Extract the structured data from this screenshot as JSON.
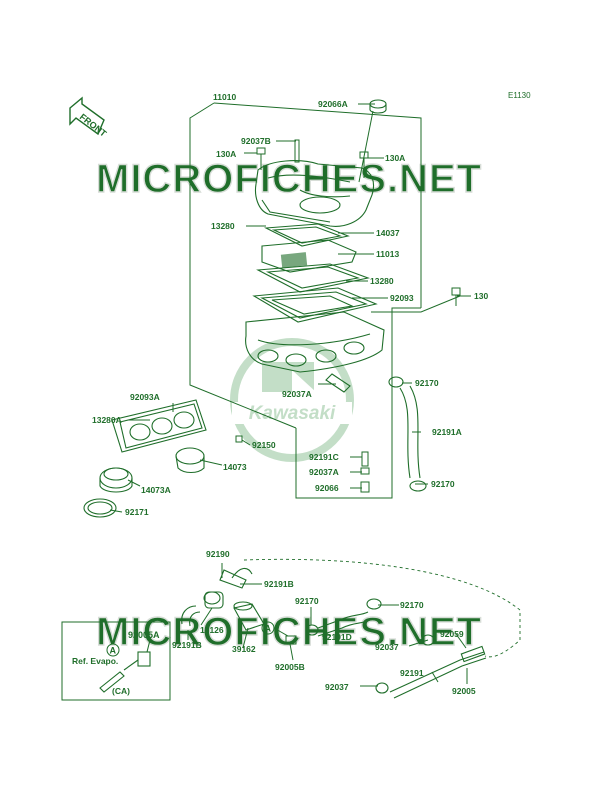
{
  "diagram_code": "E1130",
  "front_label": "FRONT",
  "watermark_text": "MICROFICHES.NET",
  "logo_text": "Kawasaki",
  "ink_color": "#1f6e2a",
  "callout_A": "A",
  "ref_box": {
    "part": "92005A",
    "ref_text": "Ref. Evapo.",
    "region": "(CA)"
  },
  "parts": {
    "p11010": "11010",
    "p92066A": "92066A",
    "p92037B": "92037B",
    "p130A_l": "130A",
    "p130A_r": "130A",
    "p13280_u": "13280",
    "p14037": "14037",
    "p11013": "11013",
    "p13280_m": "13280",
    "p92093": "92093",
    "p130": "130",
    "p92037A_c": "92037A",
    "p92170_t": "92170",
    "p92093A": "92093A",
    "p13280A": "13280A",
    "p92150": "92150",
    "p92191A": "92191A",
    "p14073": "14073",
    "p92191C": "92191C",
    "p92037A_b": "92037A",
    "p14073A": "14073A",
    "p92066": "92066",
    "p92170_b": "92170",
    "p92171": "92171",
    "p92190": "92190",
    "p92191B_u": "92191B",
    "p92170_m": "92170",
    "p92170_r": "92170",
    "p16126": "16126",
    "p92191D": "92191D",
    "p92191B_l": "92191B",
    "p39162": "39162",
    "p92037_r": "92037",
    "p92059": "92059",
    "p92005B": "92005B",
    "p92191": "92191",
    "p92037_b": "92037",
    "p92005": "92005"
  }
}
